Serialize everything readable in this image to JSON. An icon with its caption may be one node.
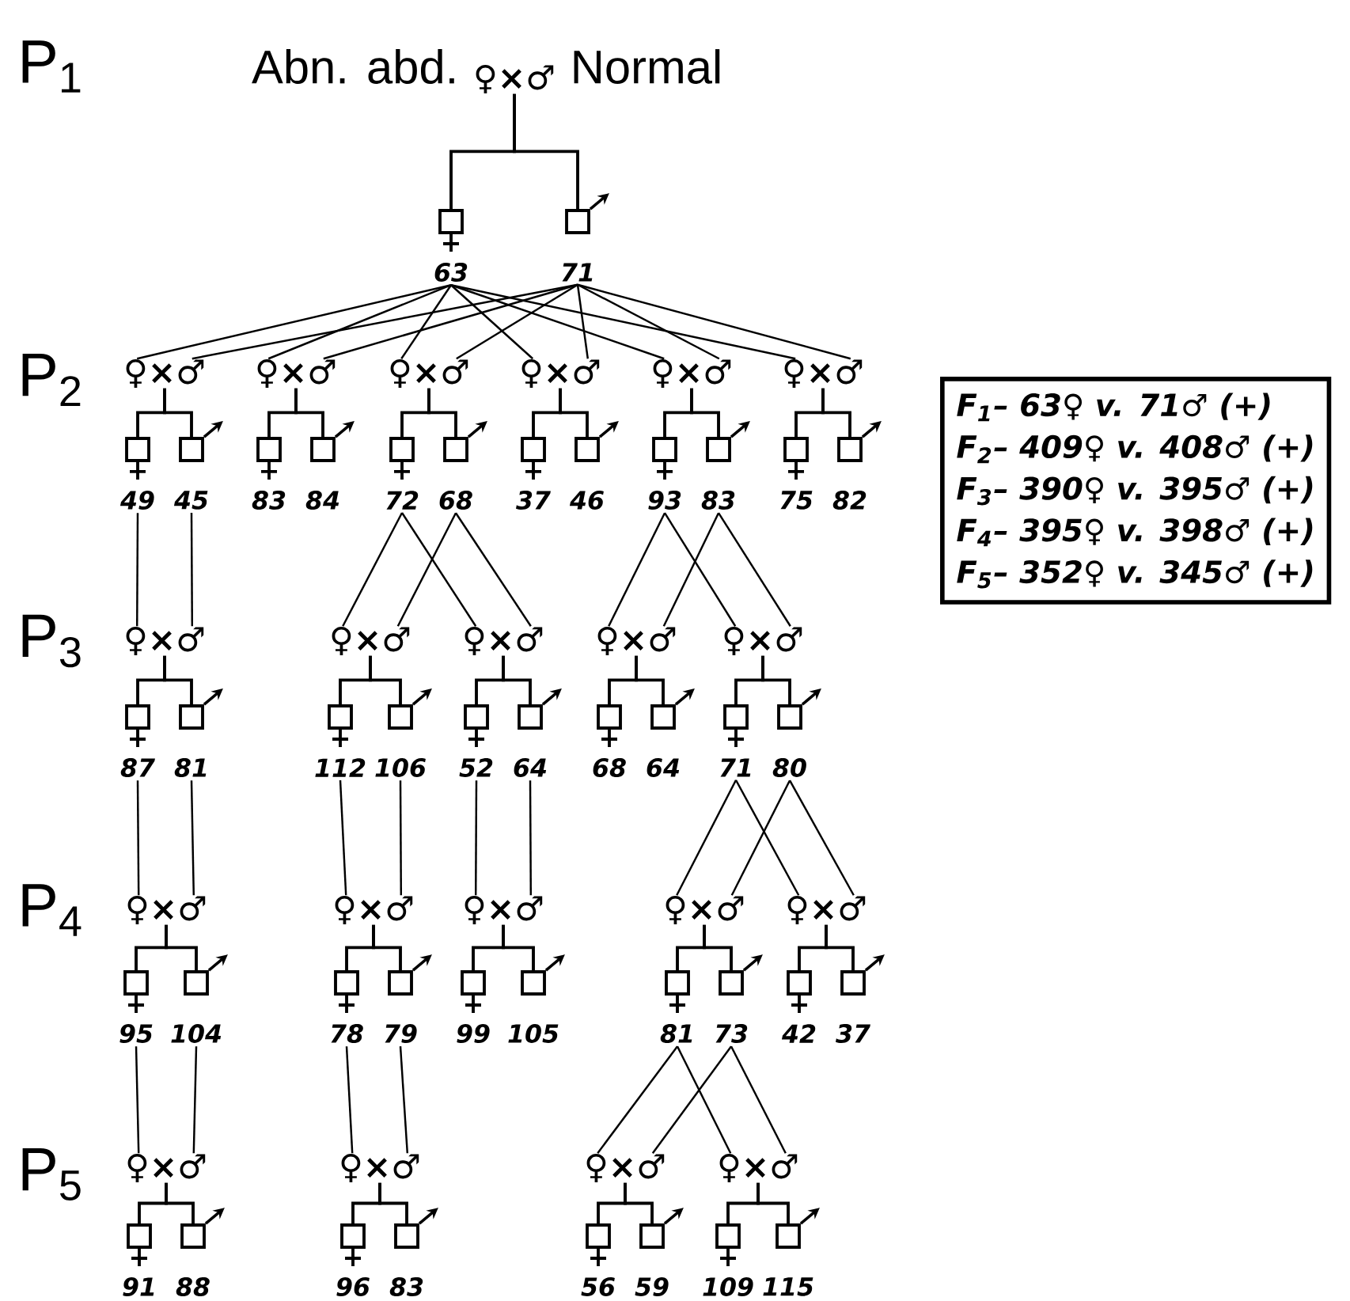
{
  "diagram": {
    "nodes": [
      {
        "text": [
          "♀×♂"
        ]
      },
      {
        "text": [
          "63"
        ]
      },
      {
        "text": [
          "71"
        ]
      },
      {
        "text": [
          "♀×♂"
        ]
      },
      {
        "text": [
          "♀×♂"
        ]
      },
      {
        "text": [
          "♀×♂"
        ]
      },
      {
        "text": [
          "♀×♂"
        ]
      },
      {
        "text": [
          "♀×♂"
        ]
      },
      {
        "text": [
          "♀×♂"
        ]
      },
      {
        "text": [
          "49"
        ]
      },
      {
        "text": [
          "45"
        ]
      },
      {
        "text": [
          "83"
        ]
      },
      {
        "text": [
          "84"
        ]
      },
      {
        "text": [
          "72"
        ]
      },
      {
        "text": [
          "68"
        ]
      },
      {
        "text": [
          "37"
        ]
      },
      {
        "text": [
          "46"
        ]
      },
      {
        "text": [
          "93"
        ]
      },
      {
        "text": [
          "83"
        ]
      },
      {
        "text": [
          "75"
        ]
      },
      {
        "text": [
          "82"
        ]
      },
      {
        "text": [
          "♀×♂"
        ]
      },
      {
        "text": [
          "♀×♂"
        ]
      },
      {
        "text": [
          "♀×♂"
        ]
      },
      {
        "text": [
          "♀×♂"
        ]
      },
      {
        "text": [
          "♀×♂"
        ]
      },
      {
        "text": [
          "87"
        ]
      },
      {
        "text": [
          "81"
        ]
      },
      {
        "text": [
          "112"
        ]
      },
      {
        "text": [
          "106"
        ]
      },
      {
        "text": [
          "52"
        ]
      },
      {
        "text": [
          "64"
        ]
      },
      {
        "text": [
          "68"
        ]
      },
      {
        "text": [
          "64"
        ]
      },
      {
        "text": [
          "71"
        ]
      },
      {
        "text": [
          "80"
        ]
      },
      {
        "text": [
          "♀×♂"
        ]
      },
      {
        "text": [
          "♀×♂"
        ]
      },
      {
        "text": [
          "♀×♂"
        ]
      },
      {
        "text": [
          "♀×♂"
        ]
      },
      {
        "text": [
          "♀×♂"
        ]
      },
      {
        "text": [
          "95"
        ]
      },
      {
        "text": [
          "104"
        ]
      },
      {
        "text": [
          "78"
        ]
      },
      {
        "text": [
          "79"
        ]
      },
      {
        "text": [
          "99"
        ]
      },
      {
        "text": [
          "105"
        ]
      },
      {
        "text": [
          "81"
        ]
      },
      {
        "text": [
          "73"
        ]
      },
      {
        "text": [
          "42"
        ]
      },
      {
        "text": [
          "37"
        ]
      },
      {
        "text": [
          "♀×♂"
        ]
      },
      {
        "text": [
          "♀×♂"
        ]
      },
      {
        "text": [
          "♀×♂"
        ]
      },
      {
        "text": [
          "♀×♂"
        ]
      },
      {
        "text": [
          "91"
        ]
      },
      {
        "text": [
          "88"
        ]
      },
      {
        "text": [
          "96"
        ]
      },
      {
        "text": [
          "83"
        ]
      },
      {
        "text": [
          "56"
        ]
      },
      {
        "text": [
          "59"
        ]
      },
      {
        "text": [
          "109"
        ]
      },
      {
        "text": [
          "115"
        ]
      },
      {
        "text": [
          "F$_{1}$– 63♀ v. 71♂ (+)",
          "F$_{2}$– 409♀ v. 408♂ (+)",
          "F$_{3}$– 390♀ v. 395♂ (+)",
          "F$_{4}$– 395♀ v. 398♂ (+)",
          "F$_{5}$– 352♀ v. 345♂ (+)"
        ]
      }
    ],
    "edges": [
      {
        "from": 0,
        "to": 1,
        "arrow": "none"
      },
      {
        "from": 0,
        "to": 2,
        "arrow": "none"
      },
      {
        "from": 1,
        "to": 3,
        "arrow": "none"
      },
      {
        "from": 1,
        "to": 4,
        "arrow": "none"
      },
      {
        "from": 1,
        "to": 5,
        "arrow": "none"
      },
      {
        "from": 1,
        "to": 6,
        "arrow": "none"
      },
      {
        "from": 1,
        "to": 7,
        "arrow": "none"
      },
      {
        "from": 1,
        "to": 8,
        "arrow": "none"
      },
      {
        "from": 2,
        "to": 3,
        "arrow": "none"
      },
      {
        "from": 2,
        "to": 4,
        "arrow": "none"
      },
      {
        "from": 2,
        "to": 5,
        "arrow": "none"
      },
      {
        "from": 2,
        "to": 6,
        "arrow": "none"
      },
      {
        "from": 2,
        "to": 7,
        "arrow": "none"
      },
      {
        "from": 2,
        "to": 8,
        "arrow": "none"
      },
      {
        "from": 3,
        "to": 9,
        "arrow": "none"
      },
      {
        "from": 3,
        "to": 10,
        "arrow": "none"
      },
      {
        "from": 4,
        "to": 11,
        "arrow": "none"
      },
      {
        "from": 4,
        "to": 12,
        "arrow": "none"
      },
      {
        "from": 5,
        "to": 13,
        "arrow": "none"
      },
      {
        "from": 5,
        "to": 14,
        "arrow": "none"
      },
      {
        "from": 6,
        "to": 15,
        "arrow": "none"
      },
      {
        "from": 6,
        "to": 16,
        "arrow": "none"
      },
      {
        "from": 7,
        "to": 17,
        "arrow": "none"
      },
      {
        "from": 7,
        "to": 18,
        "arrow": "none"
      },
      {
        "from": 8,
        "to": 19,
        "arrow": "none"
      },
      {
        "from": 8,
        "to": 20,
        "arrow": "none"
      },
      {
        "from": 9,
        "to": 21,
        "arrow": "none"
      },
      {
        "from": 10,
        "to": 21,
        "arrow": "none"
      },
      {
        "from": 13,
        "to": 22,
        "arrow": "none"
      },
      {
        "from": 13,
        "to": 23,
        "arrow": "none"
      },
      {
        "from": 14,
        "to": 22,
        "arrow": "none"
      },
      {
        "from": 14,
        "to": 23,
        "arrow": "none"
      },
      {
        "from": 17,
        "to": 24,
        "arrow": "none"
      },
      {
        "from": 17,
        "to": 25,
        "arrow": "none"
      },
      {
        "from": 18,
        "to": 24,
        "arrow": "none"
      },
      {
        "from": 18,
        "to": 25,
        "arrow": "none"
      },
      {
        "from": 21,
        "to": 26,
        "arrow": "none"
      },
      {
        "from": 21,
        "to": 27,
        "arrow": "none"
      },
      {
        "from": 22,
        "to": 28,
        "arrow": "none"
      },
      {
        "from": 22,
        "to": 29,
        "arrow": "none"
      },
      {
        "from": 23,
        "to": 30,
        "arrow": "none"
      },
      {
        "from": 23,
        "to": 31,
        "arrow": "none"
      },
      {
        "from": 24,
        "to": 32,
        "arrow": "none"
      },
      {
        "from": 24,
        "to": 33,
        "arrow": "none"
      },
      {
        "from": 25,
        "to": 34,
        "arrow": "none"
      },
      {
        "from": 25,
        "to": 35,
        "arrow": "none"
      },
      {
        "from": 26,
        "to": 36,
        "arrow": "none"
      },
      {
        "from": 27,
        "to": 36,
        "arrow": "none"
      },
      {
        "from": 28,
        "to": 37,
        "arrow": "none"
      },
      {
        "from": 29,
        "to": 37,
        "arrow": "none"
      },
      {
        "from": 30,
        "to": 38,
        "arrow": "none"
      },
      {
        "from": 31,
        "to": 38,
        "arrow": "none"
      },
      {
        "from": 34,
        "to": 39,
        "arrow": "none"
      },
      {
        "from": 34,
        "to": 40,
        "arrow": "none"
      },
      {
        "from": 35,
        "to": 39,
        "arrow": "none"
      },
      {
        "from": 35,
        "to": 40,
        "arrow": "none"
      },
      {
        "from": 36,
        "to": 41,
        "arrow": "none"
      },
      {
        "from": 36,
        "to": 42,
        "arrow": "none"
      },
      {
        "from": 37,
        "to": 43,
        "arrow": "none"
      },
      {
        "from": 37,
        "to": 44,
        "arrow": "none"
      },
      {
        "from": 38,
        "to": 45,
        "arrow": "none"
      },
      {
        "from": 38,
        "to": 46,
        "arrow": "none"
      },
      {
        "from": 39,
        "to": 47,
        "arrow": "none"
      },
      {
        "from": 39,
        "to": 48,
        "arrow": "none"
      },
      {
        "from": 40,
        "to": 49,
        "arrow": "none"
      },
      {
        "from": 40,
        "to": 50,
        "arrow": "none"
      },
      {
        "from": 41,
        "to": 51,
        "arrow": "none"
      },
      {
        "from": 42,
        "to": 51,
        "arrow": "none"
      },
      {
        "from": 43,
        "to": 52,
        "arrow": "none"
      },
      {
        "from": 44,
        "to": 52,
        "arrow": "none"
      },
      {
        "from": 47,
        "to": 53,
        "arrow": "none"
      },
      {
        "from": 47,
        "to": 54,
        "arrow": "none"
      },
      {
        "from": 48,
        "to": 53,
        "arrow": "none"
      },
      {
        "from": 48,
        "to": 54,
        "arrow": "none"
      },
      {
        "from": 51,
        "to": 55,
        "arrow": "none"
      },
      {
        "from": 51,
        "to": 56,
        "arrow": "none"
      },
      {
        "from": 52,
        "to": 57,
        "arrow": "none"
      },
      {
        "from": 52,
        "to": 58,
        "arrow": "none"
      },
      {
        "from": 53,
        "to": 59,
        "arrow": "none"
      },
      {
        "from": 53,
        "to": 60,
        "arrow": "none"
      },
      {
        "from": 54,
        "to": 61,
        "arrow": "none"
      },
      {
        "from": 54,
        "to": 62,
        "arrow": "none"
      }
    ],
    "labels": [
      "P$_{1}$",
      "Abn. abd.",
      "Normal",
      "P$_{2}$",
      "P$_{3}$",
      "P$_{4}$",
      "P$_{5}$"
    ]
  }
}
